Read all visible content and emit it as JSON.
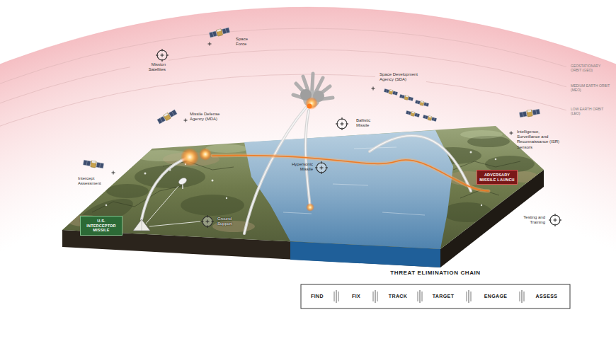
{
  "diagram": {
    "nodes": [
      {
        "text": [
          "ADVERSARY MISSILE LAUNCH"
        ]
      },
      {
        "text": [
          "U.S. INTERCEPTOR MISSILE"
        ]
      },
      {
        "text": [
          "THREAT ELIMINATION CHAIN"
        ]
      },
      {
        "text": [
          "FIND"
        ],
        "in": 2
      },
      {
        "text": [
          "FIX"
        ],
        "in": 2
      },
      {
        "text": [
          "TRACK"
        ],
        "in": 2
      },
      {
        "text": [
          "TARGET"
        ],
        "in": 2
      },
      {
        "text": [
          "ENGAGE"
        ],
        "in": 2
      },
      {
        "text": [
          "ASSESS"
        ],
        "in": 2
      }
    ],
    "labels": [
      "GEOSTATIONARY ORBIT (GEO)",
      "Mission Satellites",
      "Space Force",
      "Missile Defense Agency (MDA)",
      "Space Development Agency (SDA)",
      "MEDIUM EARTH ORBIT (MEO)",
      "LOW EARTH ORBIT (LEO)",
      "Ballistic Missile",
      "Intelligence, Surveillance and Reconnaissance (ISR) Sensors",
      "Intercept Assessment",
      "Hypersonic Missile",
      "Ground Support",
      "Testing and Training"
    ]
  }
}
